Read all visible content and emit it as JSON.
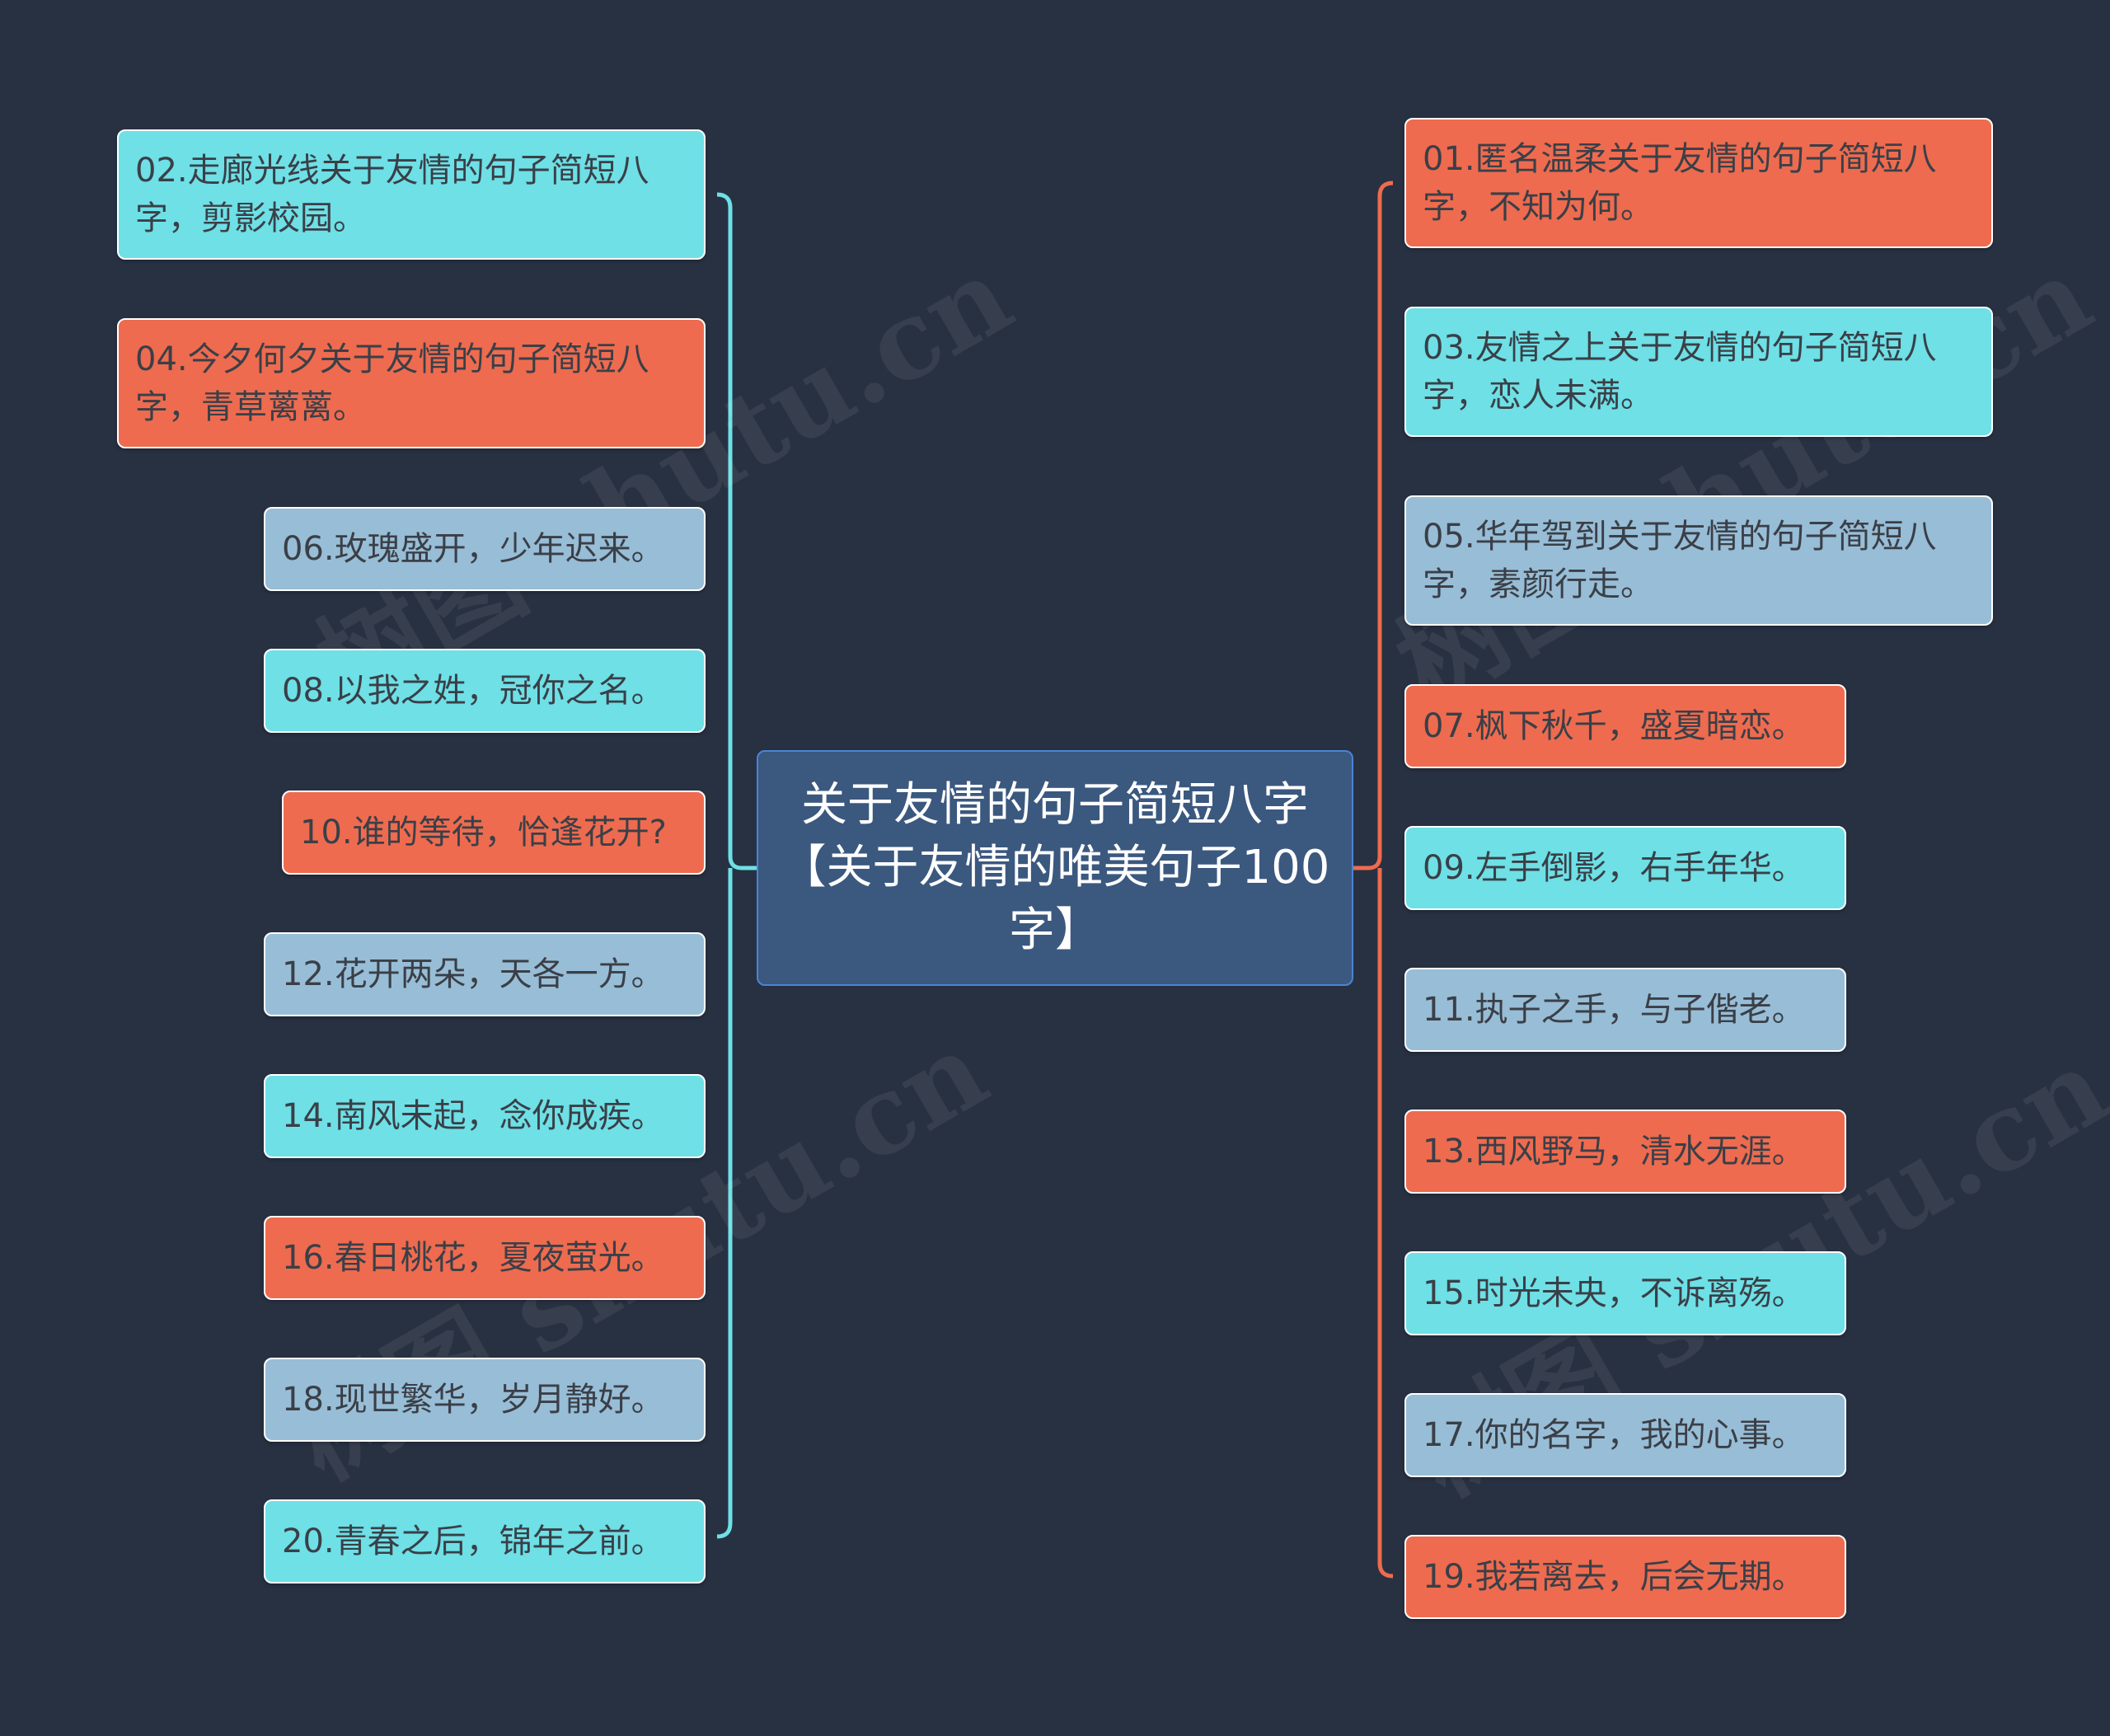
{
  "center": {
    "title": "关于友情的句子简短八字【关于友情的唯美句子100字】"
  },
  "colors": {
    "background": "#283142",
    "cyan": "#6ee0e6",
    "red": "#ee6b4f",
    "blue": "#98bdd6",
    "center": "#3b587f",
    "center_border": "#4a84d6"
  },
  "left": [
    {
      "text": "02.走廊光线关于友情的句子简短八字，剪影校园。",
      "color": "cyan"
    },
    {
      "text": "04.今夕何夕关于友情的句子简短八字，青草蓠蓠。",
      "color": "red"
    },
    {
      "text": "06.玫瑰盛开，少年迟来。",
      "color": "blue"
    },
    {
      "text": "08.以我之姓，冠你之名。",
      "color": "cyan"
    },
    {
      "text": "10.谁的等待，恰逢花开?",
      "color": "red"
    },
    {
      "text": "12.花开两朵，天各一方。",
      "color": "blue"
    },
    {
      "text": "14.南风未起，念你成疾。",
      "color": "cyan"
    },
    {
      "text": "16.春日桃花，夏夜萤光。",
      "color": "red"
    },
    {
      "text": "18.现世繁华，岁月静好。",
      "color": "blue"
    },
    {
      "text": "20.青春之后，锦年之前。",
      "color": "cyan"
    }
  ],
  "right": [
    {
      "text": "01.匿名温柔关于友情的句子简短八字，不知为何。",
      "color": "red"
    },
    {
      "text": "03.友情之上关于友情的句子简短八字，恋人未满。",
      "color": "cyan"
    },
    {
      "text": "05.华年驾到关于友情的句子简短八字，素颜行走。",
      "color": "blue"
    },
    {
      "text": "07.枫下秋千，盛夏暗恋。",
      "color": "red"
    },
    {
      "text": "09.左手倒影，右手年华。",
      "color": "cyan"
    },
    {
      "text": "11.执子之手，与子偕老。",
      "color": "blue"
    },
    {
      "text": "13.西风野马，清水无涯。",
      "color": "red"
    },
    {
      "text": "15.时光未央，不诉离殇。",
      "color": "cyan"
    },
    {
      "text": "17.你的名字，我的心事。",
      "color": "blue"
    },
    {
      "text": "19.我若离去，后会无期。",
      "color": "red"
    }
  ]
}
